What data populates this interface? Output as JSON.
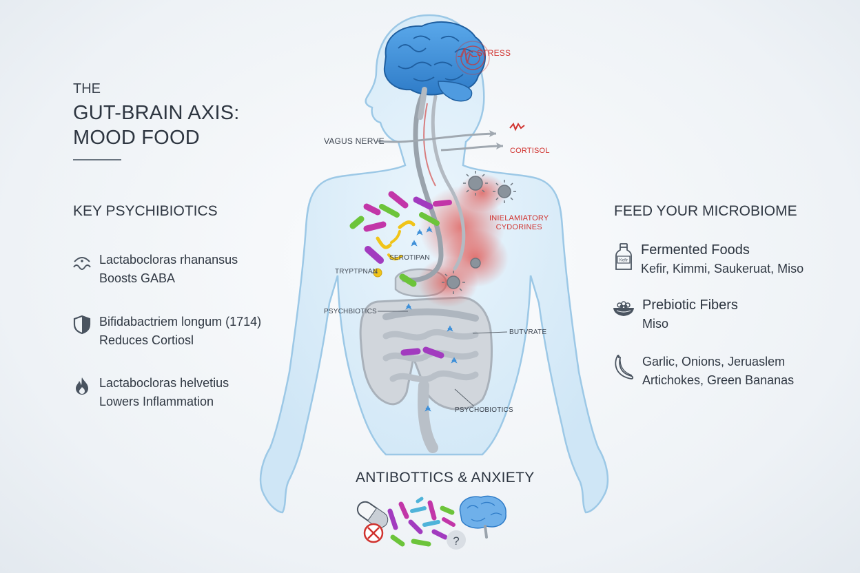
{
  "title": {
    "prefix": "THE",
    "line1": "GUT-BRAIN AXIS:",
    "line2": "MOOD FOOD"
  },
  "left": {
    "heading": "KEY PSYCHIBIOTICS",
    "items": [
      {
        "icon": "nerve-wave-icon",
        "name": "Lactabocloras rhanansus",
        "effect": "Boosts GABA"
      },
      {
        "icon": "shield-icon",
        "name": "Bifidabactriem longum (1714)",
        "effect": "Reduces Cortiosl"
      },
      {
        "icon": "flame-icon",
        "name": "Lactabocloras helvetius",
        "effect": "Lowers Inflammation"
      }
    ]
  },
  "right": {
    "heading": "FEED YOUR MICROBIOME",
    "items": [
      {
        "icon": "kefir-bottle-icon",
        "title": "Fermented Foods",
        "detail": "Kefir, Kimmi, Saukeruat, Miso",
        "badge": "Kefir"
      },
      {
        "icon": "bowl-icon",
        "title": "Prebiotic Fibers",
        "detail": "Miso"
      },
      {
        "icon": "banana-icon",
        "line1": "Garlic, Onions, Jeruaslem",
        "line2": "Artichokes, Green Bananas"
      }
    ]
  },
  "diagram": {
    "stress": "STRESS",
    "vagus": "VAGUS NERVE",
    "cortisol": "CORTISOL",
    "inflam1": "INIELAMIATORY",
    "inflam2": "CYDORINES",
    "serotonin": "SEROTIPAN",
    "tryptophan": "TRYPTPNAN",
    "psych1": "PSYCHBIOTICS",
    "butyrate": "BUTVRATE",
    "psych2": "PSYCHOBIOTICS"
  },
  "bottom": {
    "heading": "ANTIBOTTICS & ANXIETY",
    "question": "?"
  },
  "colors": {
    "body_fill": "#d9ecf8",
    "body_stroke": "#9cc8e6",
    "brain": "#3d8fd8",
    "gut": "#c9cfd6",
    "inflammation": "#e0504b",
    "bacteria_green": "#6cc43a",
    "bacteria_purple": "#a23bbf",
    "bacteria_magenta": "#c236a8",
    "bacteria_yellow": "#f0c419",
    "text": "#2f3742",
    "accent_red": "#d0322e"
  }
}
